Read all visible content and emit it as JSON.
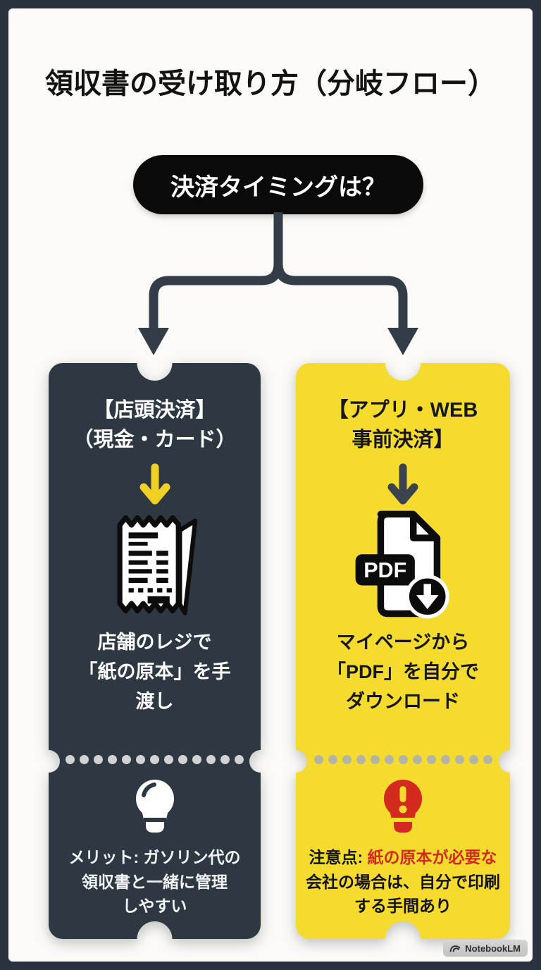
{
  "page": {
    "title": "領収書の受け取り方（分岐フロー）",
    "frame_color": "#2a333d",
    "background": "#fbfaf6"
  },
  "flow": {
    "root_question": "決済タイミングは？",
    "root_fill": "#0a0a0a",
    "connector_color": "#333d48"
  },
  "branches": {
    "left": {
      "title_line1": "【店頭決済】",
      "title_line2": "（現金・カード）",
      "icon": "receipt-icon",
      "desc_lines": [
        "店舗のレジで",
        "「紙の原本」を手",
        "渡し"
      ],
      "note_lines": [
        "メリット: ガソリン代の",
        "領収書と一緒に管理",
        "しやすい"
      ],
      "note_icon": "lightbulb-icon",
      "card_color": "#2d3842",
      "text_color": "#ffffff",
      "arrow_color": "#f0d024",
      "dot_color": "#d2d2d2"
    },
    "right": {
      "title_line1": "【アプリ・WEB",
      "title_line2": "事前決済】",
      "icon": "pdf-download-icon",
      "icon_label": "PDF",
      "desc_lines": [
        "マイページから",
        "「PDF」を自分で",
        "ダウンロード"
      ],
      "note_prefix": "注意点: ",
      "note_highlight": "紙の原本が必要な",
      "note_rest": "会社の場合は、自分で印刷する手間あり",
      "note_icon": "alert-bulb-icon",
      "card_color": "#f5db2e",
      "text_color": "#171717",
      "highlight_color": "#d4291d",
      "arrow_color": "#39424d",
      "dot_color": "#b3b3a8"
    }
  },
  "watermark": {
    "label": "NotebookLM"
  }
}
